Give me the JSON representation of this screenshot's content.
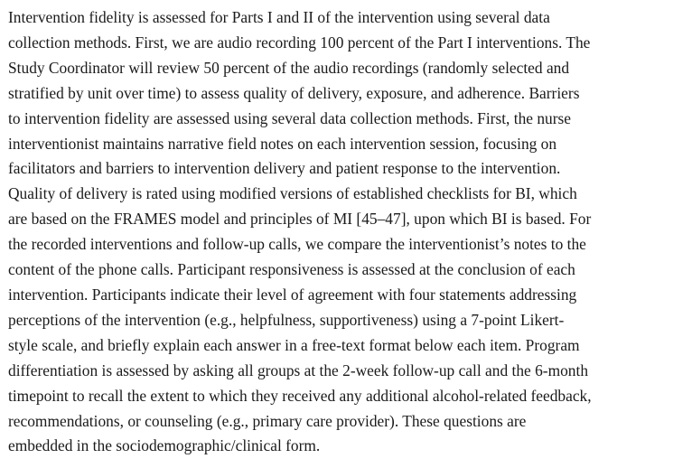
{
  "paragraph": {
    "lines": [
      "Intervention fidelity is assessed for Parts I and II of the intervention using several data",
      "collection methods. First, we are audio recording 100 percent of the Part I interventions. The",
      "Study Coordinator will review 50 percent of the audio recordings (randomly selected and",
      "stratified by unit over time) to assess quality of delivery, exposure, and adherence. Barriers",
      "to intervention fidelity are assessed using several data collection methods. First, the nurse",
      "interventionist maintains narrative field notes on each intervention session, focusing on",
      "facilitators and barriers to intervention delivery and patient response to the intervention.",
      "Quality of delivery is rated using modified versions of established checklists for BI, which",
      "are based on the FRAMES model and principles of MI [45–47], upon which BI is based. For",
      "the recorded interventions and follow-up calls, we compare the interventionist’s notes to the",
      "content of the phone calls. Participant responsiveness is assessed at the conclusion of each",
      "intervention. Participants indicate their level of agreement with four statements addressing",
      "perceptions of the intervention (e.g., helpfulness, supportiveness) using a 7-point Likert-",
      "style scale, and briefly explain each answer in a free-text format below each item. Program",
      "differentiation is assessed by asking all groups at the 2-week follow-up call and the 6-month",
      "timepoint to recall the extent to which they received any additional alcohol-related feedback,",
      "recommendations, or counseling (e.g., primary care provider). These questions are",
      "embedded in the sociodemographic/clinical form."
    ]
  }
}
